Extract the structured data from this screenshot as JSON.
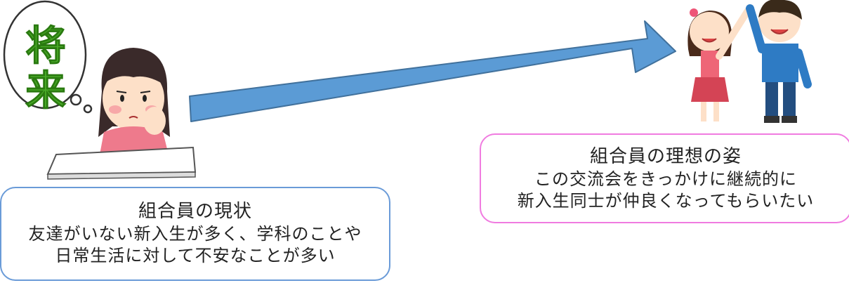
{
  "thought_bubble": {
    "text_top": "将",
    "text_bottom": "来"
  },
  "current": {
    "title": "組合員の現状",
    "lines": [
      "友達がいない新入生が多く、学科のことや",
      "日常生活に対して不安なことが多い"
    ]
  },
  "ideal": {
    "title": "組合員の理想の姿",
    "lines": [
      "この交流会をきっかけに継続的に",
      "新入生同士が仲良くなってもらいたい"
    ]
  },
  "colors": {
    "arrow_fill": "#5b9bd5",
    "arrow_stroke": "#41719c",
    "box_left_border": "#6a9bd8",
    "box_right_border": "#f07be0",
    "bubble_text": "#4caf2a"
  }
}
